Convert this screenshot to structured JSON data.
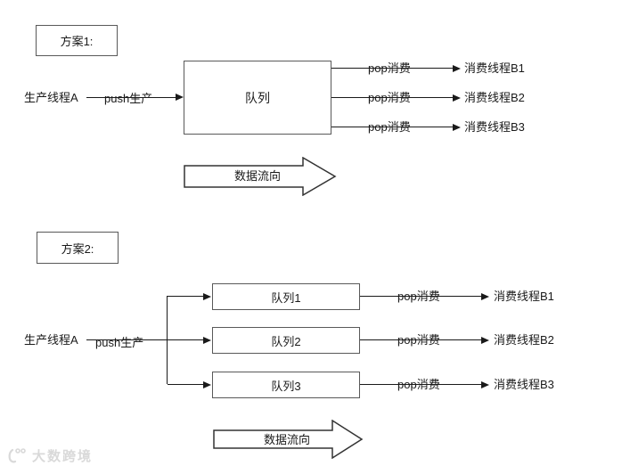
{
  "colors": {
    "line": "#1a1a1a",
    "box_border": "#595959",
    "background": "#ffffff",
    "watermark": "#d9d9d9"
  },
  "scheme1": {
    "title": "方案1:",
    "producer": "生产线程A",
    "push_label": "push生产",
    "queue_label": "队列",
    "pop_label": "pop消费",
    "consumers": [
      "消费线程B1",
      "消费线程B2",
      "消费线程B3"
    ],
    "flow_label": "数据流向"
  },
  "scheme2": {
    "title": "方案2:",
    "producer": "生产线程A",
    "push_label": "push生产",
    "queues": [
      "队列1",
      "队列2",
      "队列3"
    ],
    "pop_label": "pop消费",
    "consumers": [
      "消费线程B1",
      "消费线程B2",
      "消费线程B3"
    ],
    "flow_label": "数据流向"
  },
  "watermark": {
    "text": "大数跨境"
  }
}
